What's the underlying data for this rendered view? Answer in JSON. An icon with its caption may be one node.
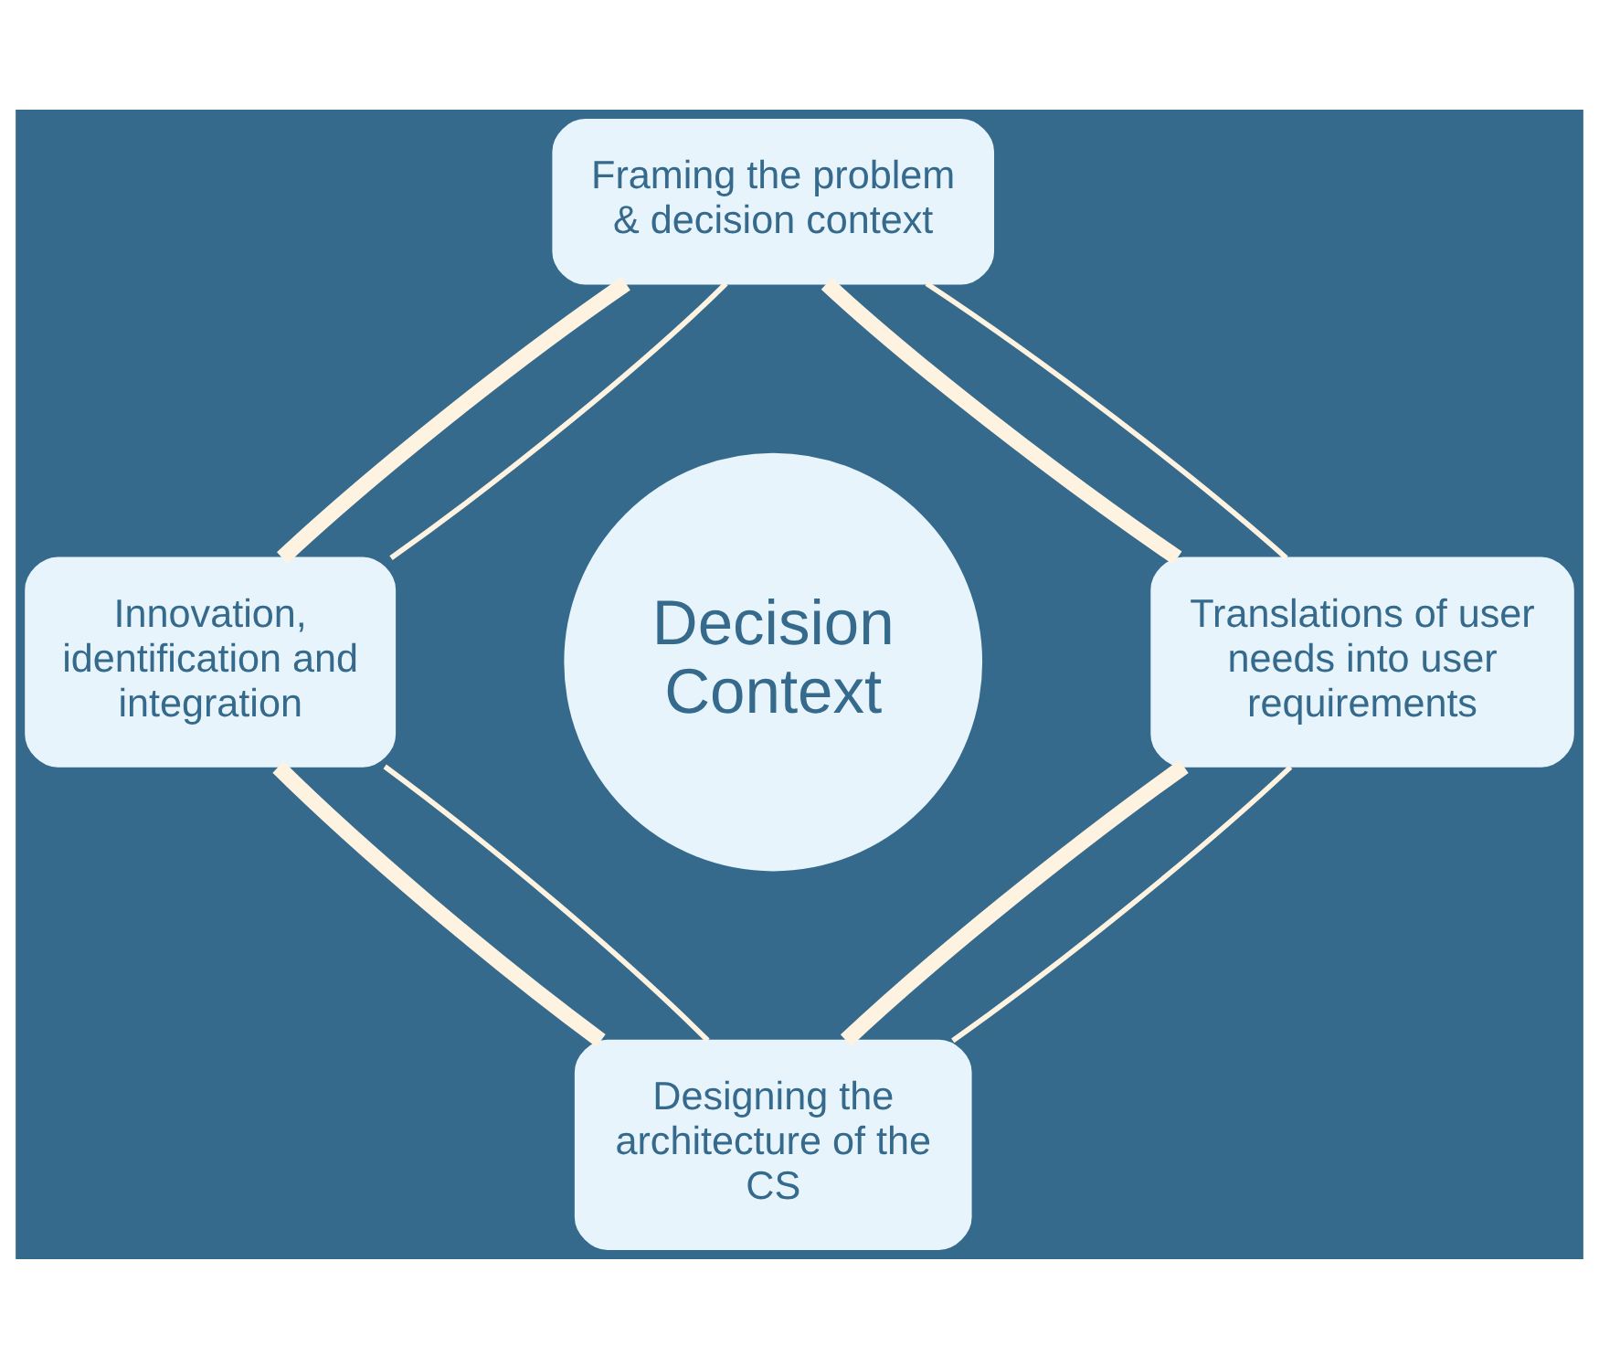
{
  "diagram": {
    "nodes": [
      {
        "text": [
          "Framing the problem & decision context"
        ]
      },
      {
        "text": [
          "Innovation, identification and integration"
        ]
      },
      {
        "text": [
          "Decision Context"
        ]
      },
      {
        "text": [
          "Translations of user needs into user requirements"
        ]
      },
      {
        "text": [
          "Designing the architecture of the CS"
        ]
      }
    ],
    "edges": [
      {
        "from": 0,
        "to": 3,
        "arrow": "none",
        "style": "thick"
      },
      {
        "from": 0,
        "to": 3,
        "arrow": "none"
      },
      {
        "from": 3,
        "to": 4,
        "arrow": "none",
        "style": "thick"
      },
      {
        "from": 3,
        "to": 4,
        "arrow": "none"
      },
      {
        "from": 1,
        "to": 4,
        "arrow": "none",
        "style": "thick"
      },
      {
        "from": 1,
        "to": 4,
        "arrow": "none"
      },
      {
        "from": 0,
        "to": 1,
        "arrow": "none",
        "style": "thick"
      },
      {
        "from": 0,
        "to": 1,
        "arrow": "none"
      }
    ]
  }
}
